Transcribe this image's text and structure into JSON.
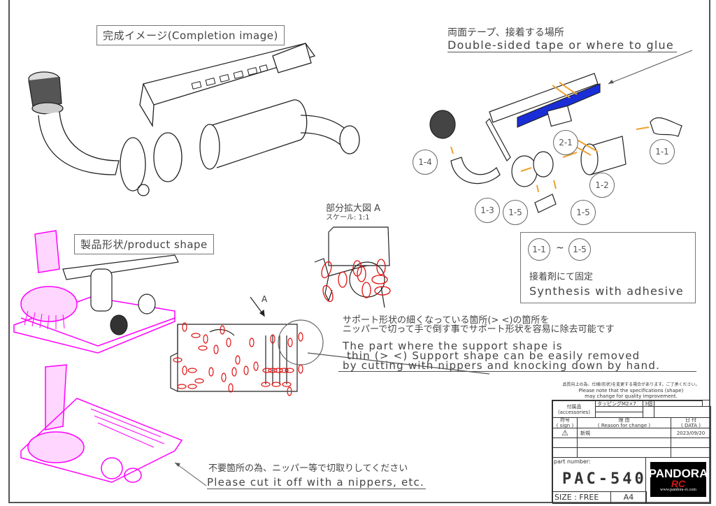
{
  "sections": {
    "completion": {
      "label": "完成イメージ(Completion image)"
    },
    "product_shape": {
      "label": "製品形状/product shape"
    },
    "tape_note": {
      "jp": "両面テープ、接着する場所",
      "en": "Double-sided tape or where to glue"
    },
    "detail_view": {
      "title": "部分拡大図 A",
      "scale": "スケール: 1:1",
      "marker": "A"
    },
    "support_note": {
      "jp_line1": "サポート形状の細くなっている箇所(> <)の箇所を",
      "jp_line2": "ニッパーで切って手で倒す事でサポート形状を容易に除去可能です",
      "en_line1": "The part where the support shape is",
      "en_line2": " thin (> <) Support shape can be easily removed",
      "en_line3": " by cutting with nippers and knocking down by hand."
    },
    "cut_note": {
      "jp": "不要箇所の為、ニッパー等で切取りしてください",
      "en": "Please cut it off with a nippers, etc."
    },
    "adhesive_box": {
      "from": "1-1",
      "tilde": "~",
      "to": "1-5",
      "jp": "接着剤にて固定",
      "en": "Synthesis with adhesive"
    }
  },
  "callouts": [
    "1-4",
    "2-1",
    "1-1",
    "1-2",
    "1-3",
    "1-5",
    "1-5"
  ],
  "title_block": {
    "note_jp": "品質向上の為、仕様(形状)を変更する場合があります。ご了承ください。",
    "note_en1": "Please note that the specifications (shape)",
    "note_en2": "may change for quality improvement.",
    "accessories_jp": "付属品",
    "accessories_en": "(accessories)",
    "accessory_item": "タッピングM2×7",
    "accessory_qty": "3個",
    "sign_jp": "符号",
    "sign_en": "( sign )",
    "reason_jp": "理 由",
    "reason_en": "( Reason for change )",
    "date_jp": "日 付",
    "date_en": "( DATA )",
    "rev_symbol": "⚠",
    "rev_reason": "新規",
    "rev_date": "2023/09/20",
    "part_number_label": "part number:",
    "part_number": "PAC-540",
    "size_label": "SIZE : FREE",
    "paper": "A4",
    "logo_main": "PANDORA",
    "logo_sub": "RC",
    "logo_url": "www.pandora-rc.com"
  },
  "colors": {
    "highlight_blue": "#1a2ed8",
    "support_magenta": "#ff00ff",
    "support_red": "#e01010",
    "arrow_orange": "#f0a030"
  }
}
